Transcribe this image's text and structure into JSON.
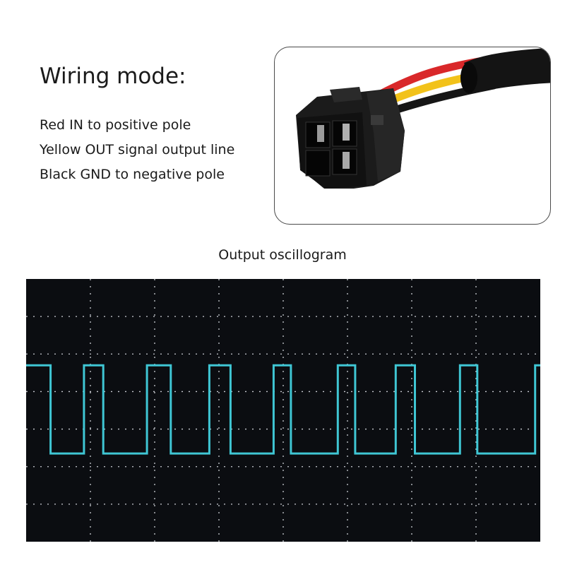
{
  "wiring": {
    "title": "Wiring mode:",
    "lines": [
      "Red IN to positive pole",
      "Yellow OUT signal output line",
      "Black GND to negative pole"
    ]
  },
  "connector_photo": {
    "wire_colors": [
      "#d9282a",
      "#f2c21a",
      "#161616"
    ]
  },
  "oscillogram": {
    "caption": "Output oscillogram",
    "trace_color": "#3fc6d4",
    "grid_color": "#c9ccd2",
    "background": "#0b0d11",
    "grid_divisions": {
      "x": 8,
      "y": 7
    },
    "signal": {
      "type": "square",
      "high_level_div": 2.3,
      "low_level_div": 4.65,
      "edges_div": [
        0.38,
        0.9,
        1.2,
        1.88,
        2.25,
        2.85,
        3.18,
        3.85,
        4.12,
        4.85,
        5.12,
        5.75,
        6.05,
        6.75,
        7.02,
        7.92
      ]
    }
  }
}
